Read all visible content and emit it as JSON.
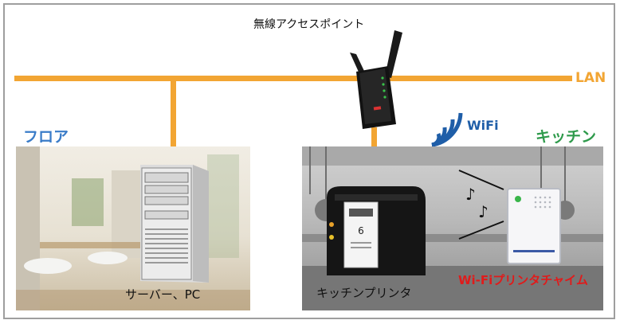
{
  "diagram": {
    "access_point_label": "無線アクセスポイント",
    "lan_label": "LAN",
    "wifi_label": "WiFi",
    "zones": {
      "floor": "フロア",
      "kitchen": "キッチン"
    },
    "devices": {
      "server": "サーバー、PC",
      "kitchen_printer": "キッチンプリンタ",
      "chime": "Wi-Fiプリンタチャイム"
    },
    "printer_receipt_number": "6",
    "colors": {
      "lan": "#f2a533",
      "floor_label": "#3a7cc8",
      "kitchen_label": "#2e9a4b",
      "wifi": "#1f5ea8",
      "chime_label": "#e01b1b"
    }
  }
}
